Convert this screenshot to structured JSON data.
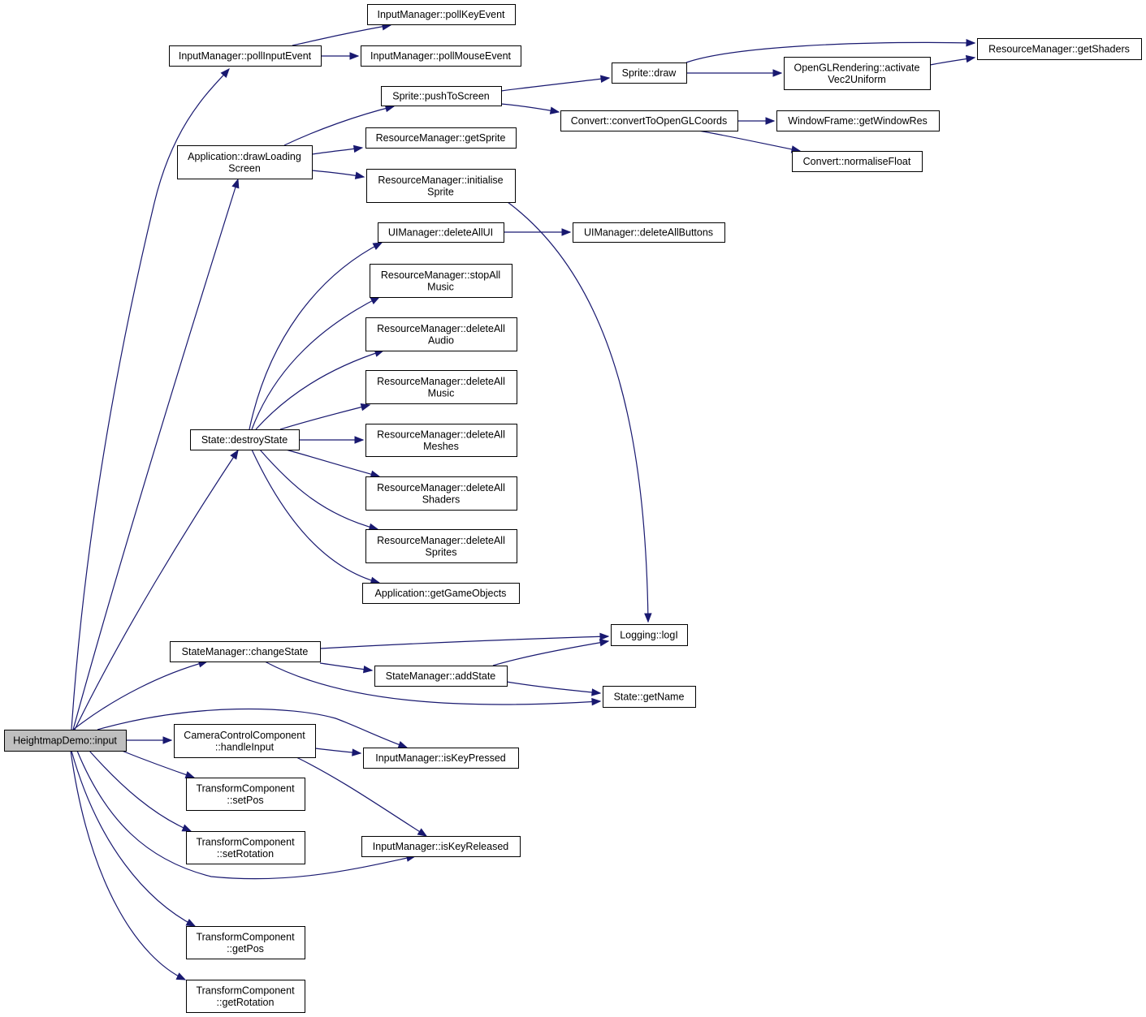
{
  "colors": {
    "edge": "#191970",
    "root_fill": "#bfbfbf",
    "node_fill": "#ffffff"
  },
  "nodes": {
    "root": [
      "HeightmapDemo::input"
    ],
    "pollInput": [
      "InputManager::pollInputEvent"
    ],
    "pollKey": [
      "InputManager::pollKeyEvent"
    ],
    "pollMouse": [
      "InputManager::pollMouseEvent"
    ],
    "drawLoading": [
      "Application::drawLoading",
      "Screen"
    ],
    "pushToScreen": [
      "Sprite::pushToScreen"
    ],
    "spriteDraw": [
      "Sprite::draw"
    ],
    "getShaders": [
      "ResourceManager::getShaders"
    ],
    "activateVec2": [
      "OpenGLRendering::activate",
      "Vec2Uniform"
    ],
    "convertCoords": [
      "Convert::convertToOpenGLCoords"
    ],
    "getWindowRes": [
      "WindowFrame::getWindowRes"
    ],
    "normaliseFloat": [
      "Convert::normaliseFloat"
    ],
    "getSprite": [
      "ResourceManager::getSprite"
    ],
    "initSprite": [
      "ResourceManager::initialise",
      "Sprite"
    ],
    "deleteAllUI": [
      "UIManager::deleteAllUI"
    ],
    "deleteAllButtons": [
      "UIManager::deleteAllButtons"
    ],
    "stopAllMusic": [
      "ResourceManager::stopAll",
      "Music"
    ],
    "delAudio": [
      "ResourceManager::deleteAll",
      "Audio"
    ],
    "delMusic": [
      "ResourceManager::deleteAll",
      "Music"
    ],
    "delMeshes": [
      "ResourceManager::deleteAll",
      "Meshes"
    ],
    "delShaders": [
      "ResourceManager::deleteAll",
      "Shaders"
    ],
    "delSprites": [
      "ResourceManager::deleteAll",
      "Sprites"
    ],
    "getGameObjects": [
      "Application::getGameObjects"
    ],
    "destroyState": [
      "State::destroyState"
    ],
    "changeState": [
      "StateManager::changeState"
    ],
    "logI": [
      "Logging::logI"
    ],
    "addState": [
      "StateManager::addState"
    ],
    "getName": [
      "State::getName"
    ],
    "camHandle": [
      "CameraControlComponent",
      "::handleInput"
    ],
    "isKeyPressed": [
      "InputManager::isKeyPressed"
    ],
    "isKeyReleased": [
      "InputManager::isKeyReleased"
    ],
    "setPos": [
      "TransformComponent",
      "::setPos"
    ],
    "setRotation": [
      "TransformComponent",
      "::setRotation"
    ],
    "getPos": [
      "TransformComponent",
      "::getPos"
    ],
    "getRotation": [
      "TransformComponent",
      "::getRotation"
    ]
  },
  "edges": [
    [
      "root",
      "pollInput"
    ],
    [
      "pollInput",
      "pollKey"
    ],
    [
      "pollInput",
      "pollMouse"
    ],
    [
      "root",
      "drawLoading"
    ],
    [
      "drawLoading",
      "pushToScreen"
    ],
    [
      "drawLoading",
      "getSprite"
    ],
    [
      "drawLoading",
      "initSprite"
    ],
    [
      "pushToScreen",
      "spriteDraw"
    ],
    [
      "pushToScreen",
      "convertCoords"
    ],
    [
      "spriteDraw",
      "getShaders"
    ],
    [
      "spriteDraw",
      "activateVec2"
    ],
    [
      "activateVec2",
      "getShaders"
    ],
    [
      "convertCoords",
      "getWindowRes"
    ],
    [
      "convertCoords",
      "normaliseFloat"
    ],
    [
      "initSprite",
      "logI"
    ],
    [
      "root",
      "destroyState"
    ],
    [
      "destroyState",
      "deleteAllUI"
    ],
    [
      "deleteAllUI",
      "deleteAllButtons"
    ],
    [
      "destroyState",
      "stopAllMusic"
    ],
    [
      "destroyState",
      "delAudio"
    ],
    [
      "destroyState",
      "delMusic"
    ],
    [
      "destroyState",
      "delMeshes"
    ],
    [
      "destroyState",
      "delShaders"
    ],
    [
      "destroyState",
      "delSprites"
    ],
    [
      "destroyState",
      "getGameObjects"
    ],
    [
      "root",
      "changeState"
    ],
    [
      "changeState",
      "logI"
    ],
    [
      "changeState",
      "addState"
    ],
    [
      "changeState",
      "getName"
    ],
    [
      "addState",
      "logI"
    ],
    [
      "addState",
      "getName"
    ],
    [
      "root",
      "camHandle"
    ],
    [
      "root",
      "isKeyPressed"
    ],
    [
      "camHandle",
      "isKeyPressed"
    ],
    [
      "camHandle",
      "isKeyReleased"
    ],
    [
      "root",
      "setPos"
    ],
    [
      "root",
      "setRotation"
    ],
    [
      "root",
      "isKeyReleased"
    ],
    [
      "root",
      "getPos"
    ],
    [
      "root",
      "getRotation"
    ]
  ]
}
